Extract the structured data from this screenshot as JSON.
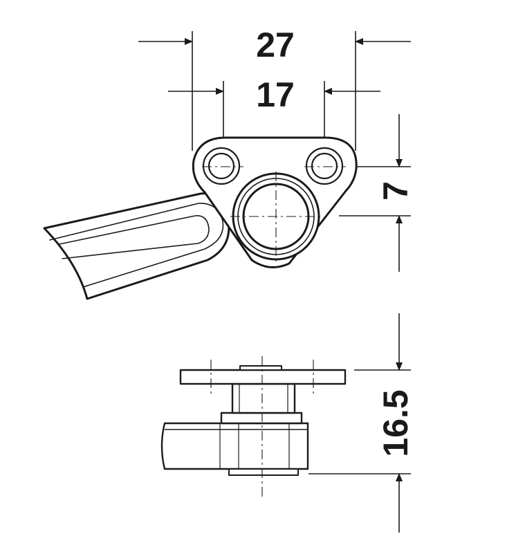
{
  "dimensions": {
    "width_27": "27",
    "width_17": "17",
    "offset_7": "7",
    "height_16_5": "16.5"
  },
  "colors": {
    "line": "#1a1a1a",
    "fill": "#ffffff"
  }
}
